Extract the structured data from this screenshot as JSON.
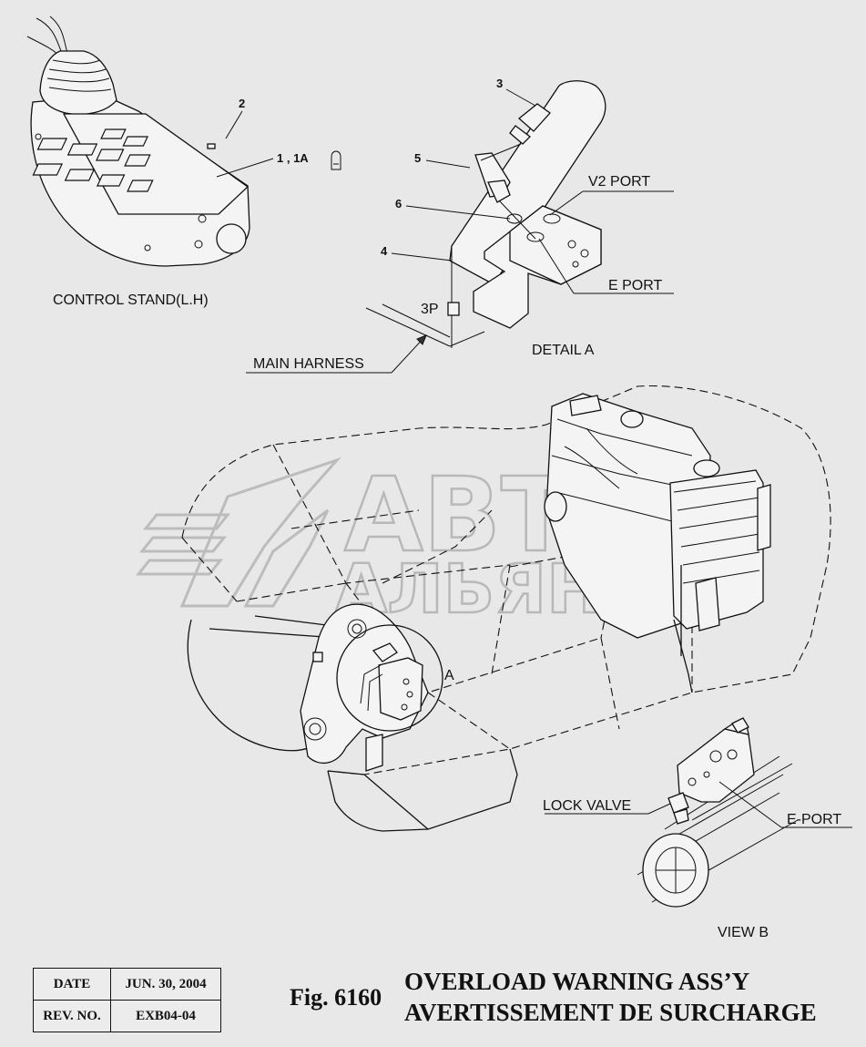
{
  "callouts": {
    "control_stand": "CONTROL STAND(L.H)",
    "main_harness": "MAIN HARNESS",
    "detail_a": "DETAIL  A",
    "v2_port": "V2 PORT",
    "e_port": "E PORT",
    "connector_3p": "3P",
    "lock_valve": "LOCK VALVE",
    "e_port_dash": "E-PORT",
    "view_b": "VIEW  B",
    "detail_marker_a": "A"
  },
  "part_numbers": {
    "p1": "1 ,  1A",
    "p2": "2",
    "p3": "3",
    "p4": "4",
    "p5": "5",
    "p6": "6"
  },
  "info": {
    "date_label": "DATE",
    "date_value": "JUN. 30, 2004",
    "rev_label": "REV. NO.",
    "rev_value": "EXB04-04"
  },
  "figure": {
    "number": "Fig. 6160",
    "title_en": "OVERLOAD WARNING ASS’Y",
    "title_fr": "AVERTISSEMENT DE SURCHARGE"
  },
  "watermark": {
    "line1": "АВТО",
    "line2": "АЛЬЯНС"
  }
}
